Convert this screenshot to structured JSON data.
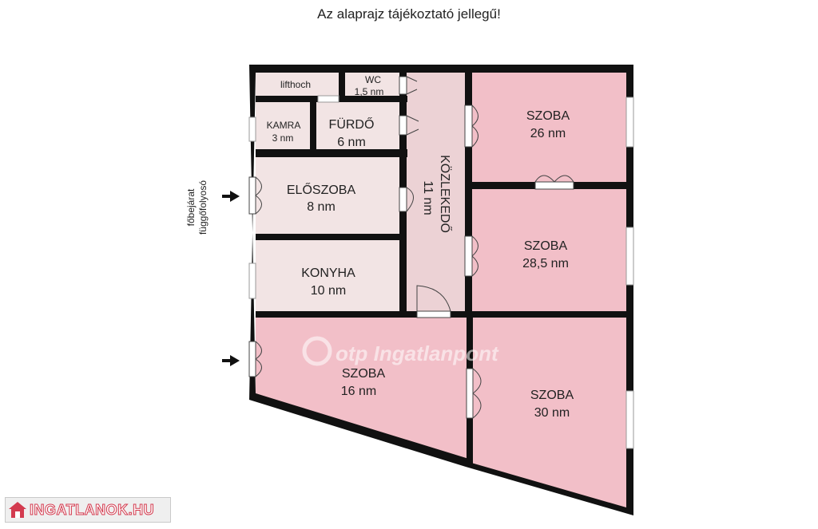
{
  "notice": "Az alaprajz tájékoztató jellegű!",
  "entrance_label": [
    "főbejárat",
    "függőfolyosó"
  ],
  "rooms": {
    "lifthoch": "lifthoch",
    "wc": {
      "name": "WC",
      "area": "1,5 nm"
    },
    "kamra": {
      "name": "KAMRA",
      "area": "3 nm"
    },
    "furdo": {
      "name": "FÜRDŐ",
      "area": "6 nm"
    },
    "eloszoba": {
      "name": "ELŐSZOBA",
      "area": "8 nm"
    },
    "konyha": {
      "name": "KONYHA",
      "area": "10 nm"
    },
    "kozlekedo": {
      "name": "KÖZLEKEDŐ",
      "area": "11 nm"
    },
    "szoba_26": {
      "name": "SZOBA",
      "area": "26 nm"
    },
    "szoba_28": {
      "name": "SZOBA",
      "area": "28,5 nm"
    },
    "szoba_16": {
      "name": "SZOBA",
      "area": "16 nm"
    },
    "szoba_30": {
      "name": "SZOBA",
      "area": "30 nm"
    }
  },
  "watermark": "otp Ingatlanpont",
  "site_logo": "INGATLANOK.HU",
  "colors": {
    "service_room": "#f2e4e4",
    "corridor": "#ecd2d5",
    "living_room": "#f2bfc8",
    "wall": "#111111",
    "logo_red": "#d33b4f"
  }
}
